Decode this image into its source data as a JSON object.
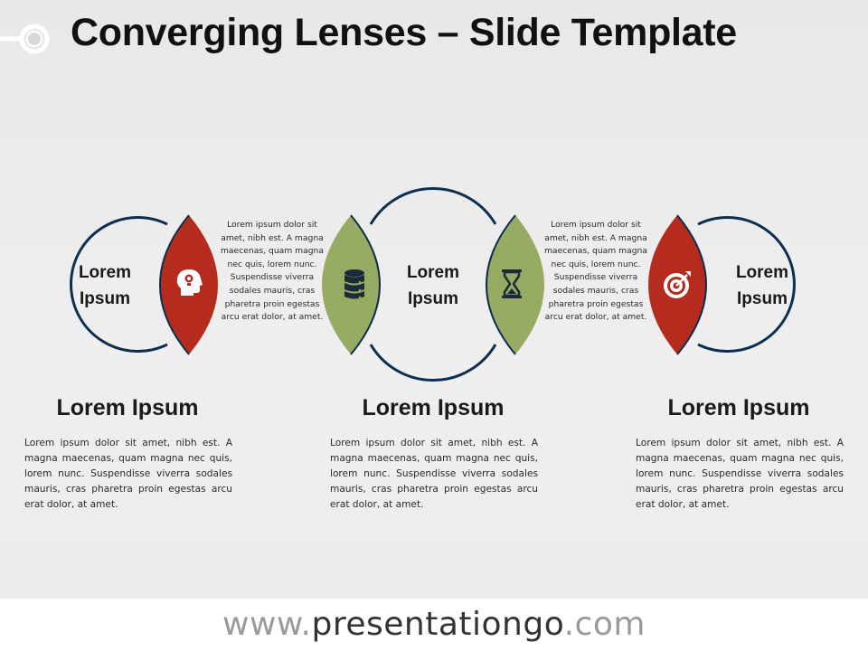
{
  "title": "Converging Lenses – Slide Template",
  "colors": {
    "ring": "#0d2f4f",
    "red_lens": "#b52b1d",
    "green_lens": "#97ab62",
    "icon_dark": "#1a2b3b"
  },
  "circles": [
    {
      "label_line1": "Lorem",
      "label_line2": "Ipsum"
    },
    {
      "label_line1": "Lorem",
      "label_line2": "Ipsum"
    },
    {
      "label_line1": "Lorem",
      "label_line2": "Ipsum"
    }
  ],
  "lenses": [
    {
      "icon": "head-lightbulb-icon",
      "color": "#b52b1d"
    },
    {
      "icon": "database-icon",
      "color": "#97ab62"
    },
    {
      "icon": "hourglass-icon",
      "color": "#97ab62"
    },
    {
      "icon": "target-icon",
      "color": "#b52b1d"
    }
  ],
  "connector_texts": [
    "Lorem ipsum dolor sit amet, nibh est. A magna maecenas, quam magna nec quis, lorem nunc. Suspendisse viverra sodales mauris, cras pharetra proin egestas arcu erat dolor, at amet.",
    "Lorem ipsum dolor sit amet, nibh est. A magna maecenas, quam magna nec quis, lorem nunc. Suspendisse viverra sodales mauris, cras pharetra proin egestas arcu erat dolor, at amet."
  ],
  "sections": [
    {
      "heading": "Lorem Ipsum",
      "text": "Lorem ipsum dolor sit amet, nibh est. A magna maecenas, quam magna nec quis, lorem nunc. Suspendisse viverra sodales mauris, cras pharetra proin egestas arcu erat dolor, at amet."
    },
    {
      "heading": "Lorem Ipsum",
      "text": "Lorem ipsum dolor sit amet, nibh est. A magna maecenas, quam magna nec quis, lorem nunc. Suspendisse viverra sodales mauris, cras pharetra proin egestas arcu erat dolor, at amet."
    },
    {
      "heading": "Lorem Ipsum",
      "text": "Lorem ipsum dolor sit amet, nibh est. A magna maecenas, quam magna nec quis, lorem nunc. Suspendisse viverra sodales mauris, cras pharetra proin egestas arcu erat dolor, at amet."
    }
  ],
  "footer": {
    "prefix": "www.",
    "brand": "presentationgo",
    "suffix": ".com"
  }
}
